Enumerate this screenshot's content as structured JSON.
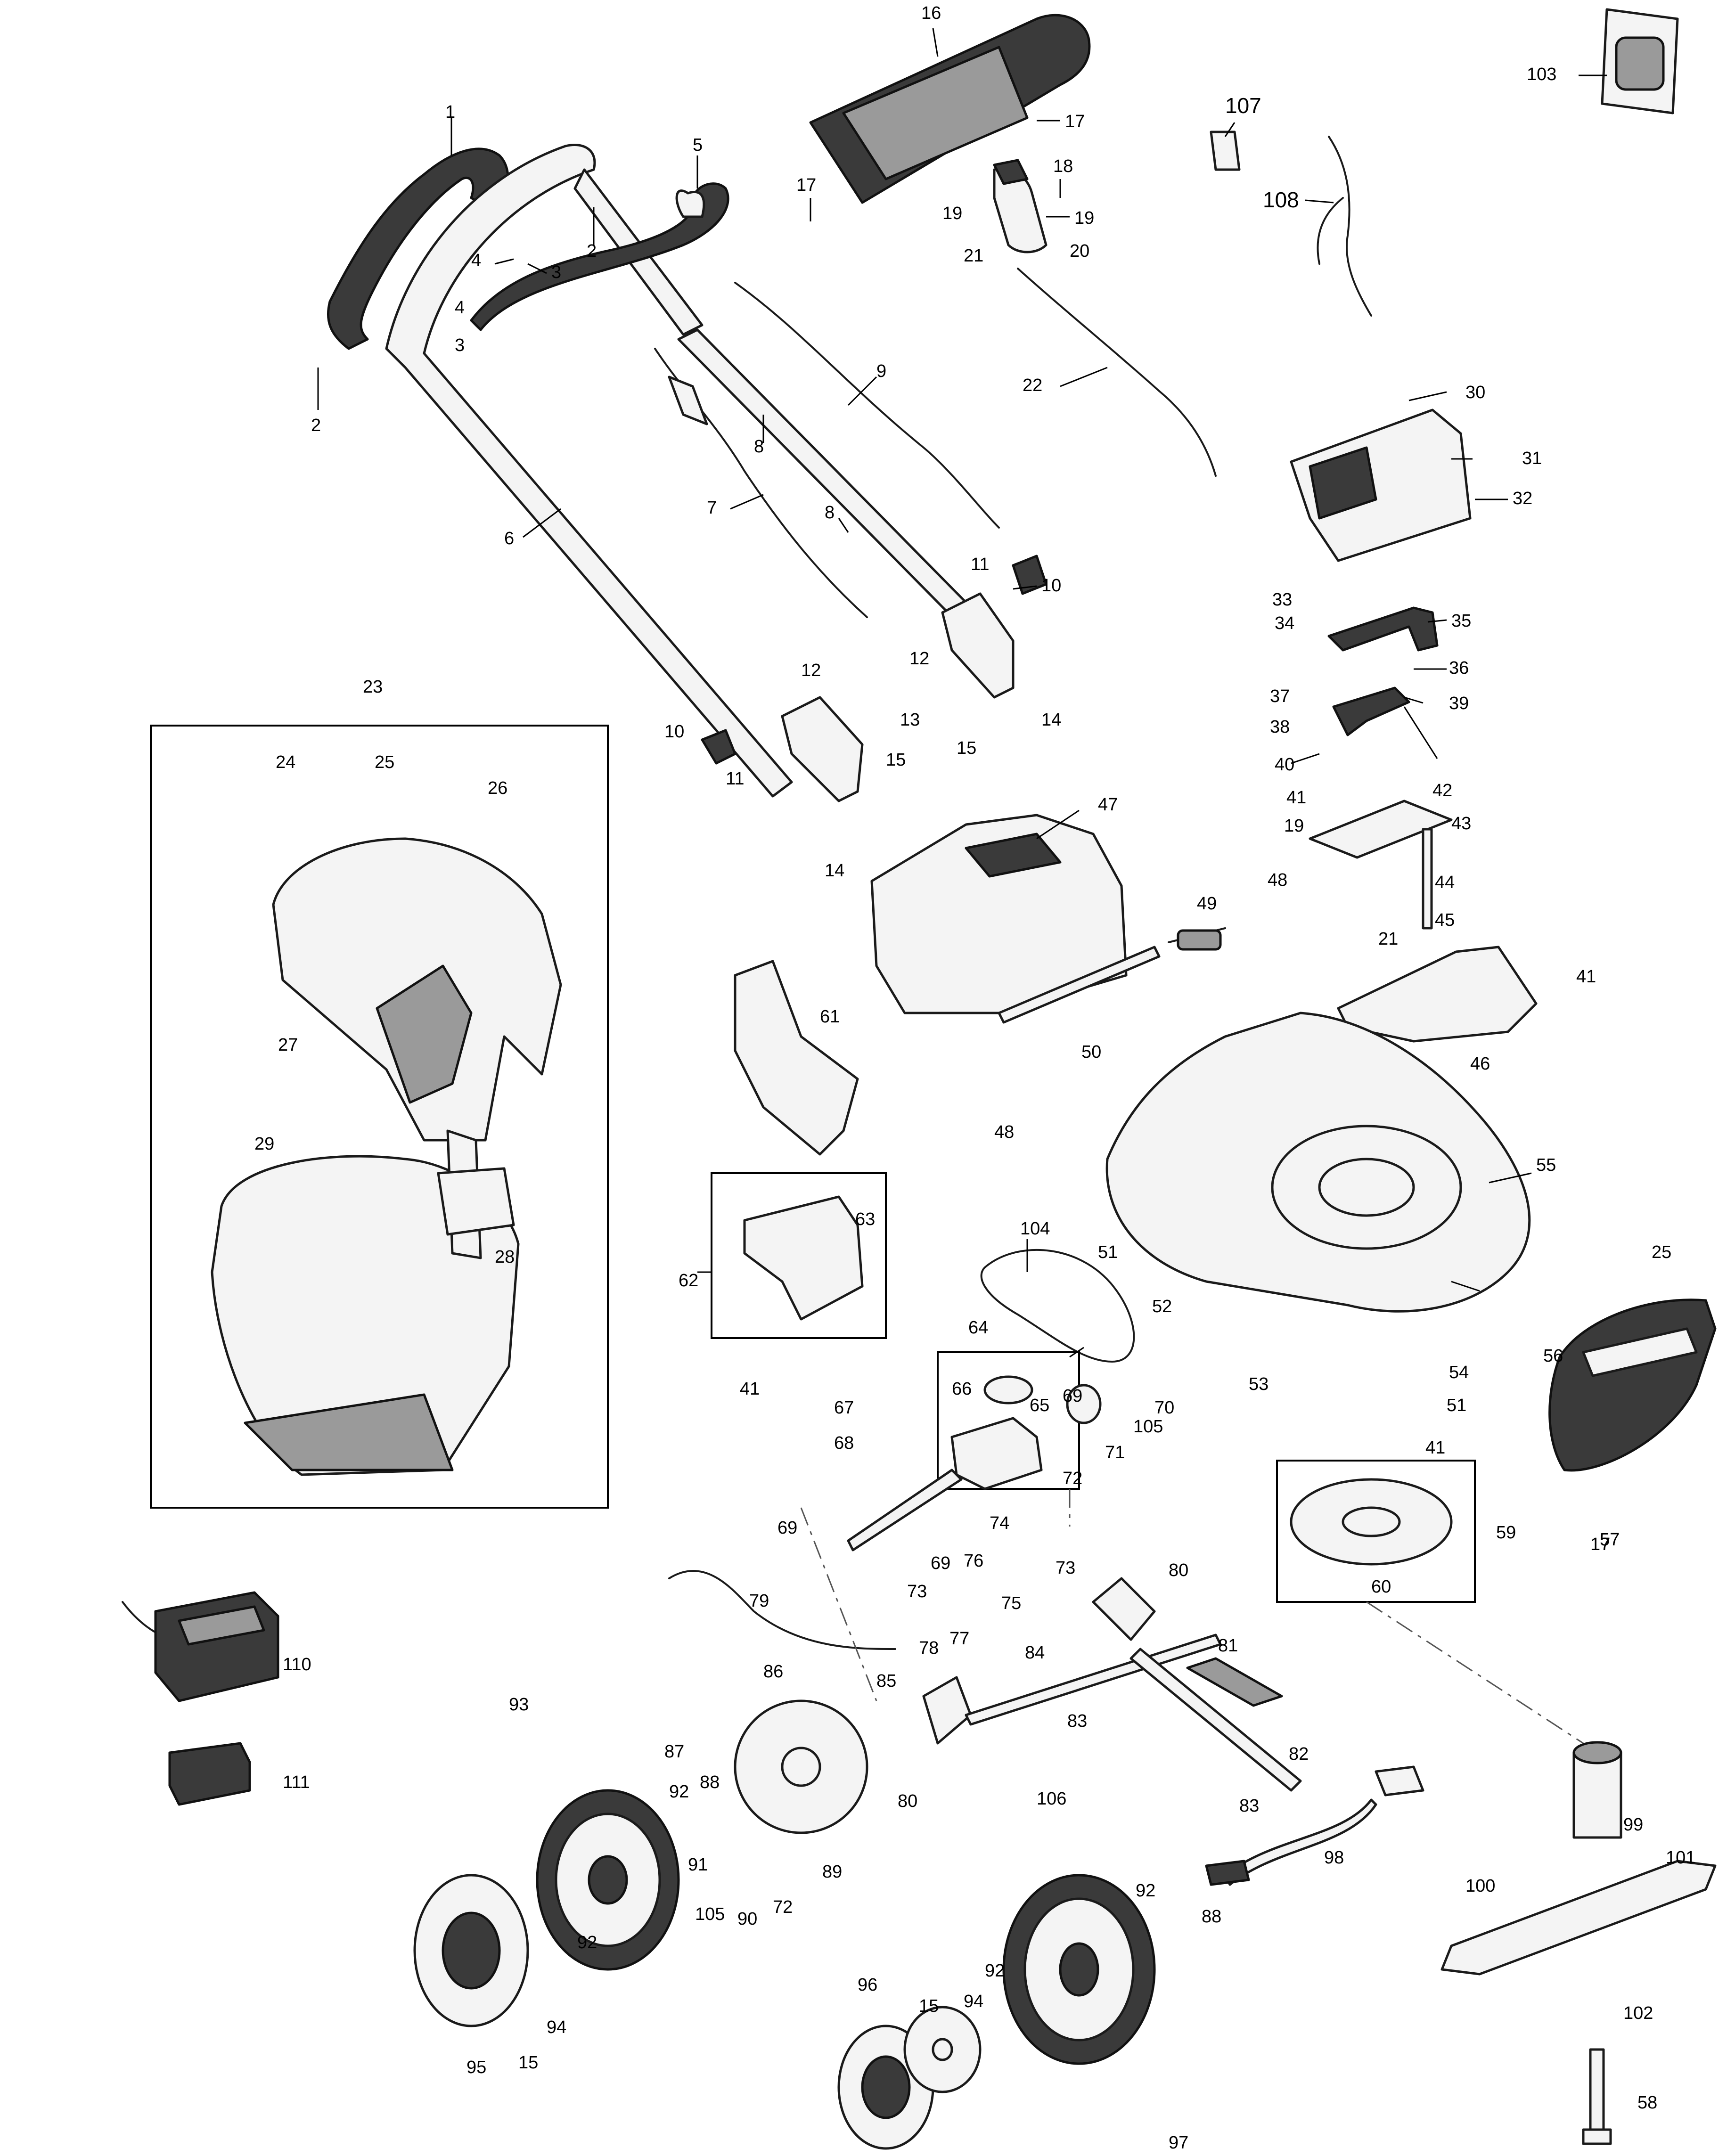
{
  "labels": {
    "p1": "1",
    "p2": "2",
    "p3": "3",
    "p4": "4",
    "p5": "5",
    "p6": "6",
    "p7": "7",
    "p8": "8",
    "p9": "9",
    "p10": "10",
    "p11": "11",
    "p12": "12",
    "p13": "13",
    "p14": "14",
    "p15": "15",
    "p16": "16",
    "p17": "17",
    "p18": "18",
    "p19": "19",
    "p20": "20",
    "p21": "21",
    "p22": "22",
    "p23": "23",
    "p24": "24",
    "p25": "25",
    "p26": "26",
    "p27": "27",
    "p28": "28",
    "p29": "29",
    "p30": "30",
    "p31": "31",
    "p32": "32",
    "p33": "33",
    "p34": "34",
    "p35": "35",
    "p36": "36",
    "p37": "37",
    "p38": "38",
    "p39": "39",
    "p40": "40",
    "p41": "41",
    "p42": "42",
    "p43": "43",
    "p44": "44",
    "p45": "45",
    "p46": "46",
    "p47": "47",
    "p48": "48",
    "p49": "49",
    "p50": "50",
    "p51": "51",
    "p52": "52",
    "p53": "53",
    "p54": "54",
    "p55": "55",
    "p56": "56",
    "p57": "57",
    "p58": "58",
    "p59": "59",
    "p60": "60",
    "p61": "61",
    "p62": "62",
    "p63": "63",
    "p64": "64",
    "p65": "65",
    "p66": "66",
    "p67": "67",
    "p68": "68",
    "p69": "69",
    "p70": "70",
    "p71": "71",
    "p72": "72",
    "p73": "73",
    "p74": "74",
    "p75": "75",
    "p76": "76",
    "p77": "77",
    "p78": "78",
    "p79": "79",
    "p80": "80",
    "p81": "81",
    "p82": "82",
    "p83": "83",
    "p84": "84",
    "p85": "85",
    "p86": "86",
    "p87": "87",
    "p88": "88",
    "p89": "89",
    "p90": "90",
    "p91": "91",
    "p92": "92",
    "p93": "93",
    "p94": "94",
    "p95": "95",
    "p96": "96",
    "p97": "97",
    "p98": "98",
    "p99": "99",
    "p100": "100",
    "p101": "101",
    "p102": "102",
    "p103": "103",
    "p104": "104",
    "p105": "105",
    "p106": "106",
    "p107": "107",
    "p108": "108",
    "p110": "110",
    "p111": "111"
  }
}
